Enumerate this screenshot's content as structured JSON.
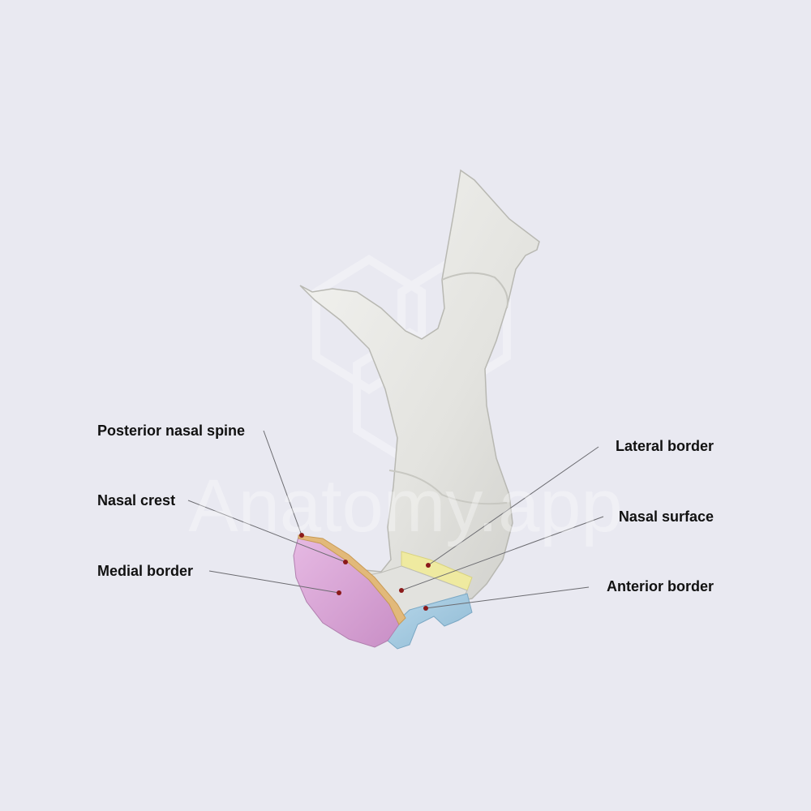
{
  "watermark": {
    "brand_text": "Anatomy.app"
  },
  "colors": {
    "background": "#e9e9f1",
    "bone": "#e6e6e3",
    "nasal_crest": "#e2b97a",
    "medial_border": "#d8a6d6",
    "anterior_border": "#9ec7df",
    "lateral_border": "#efeaa0",
    "marker": "#8b1a1a",
    "leader_line": "#6b6b70"
  },
  "labels": {
    "posterior_nasal_spine": "Posterior nasal spine",
    "nasal_crest": "Nasal crest",
    "medial_border": "Medial border",
    "lateral_border": "Lateral border",
    "nasal_surface": "Nasal surface",
    "anterior_border": "Anterior border"
  }
}
